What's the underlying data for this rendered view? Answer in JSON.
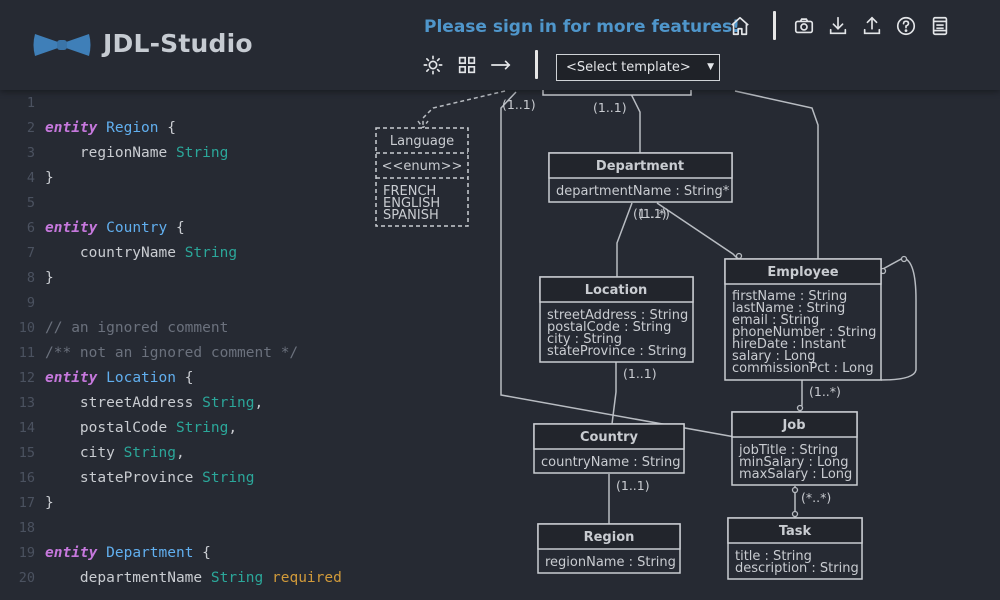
{
  "header": {
    "app_title": "JDL-Studio",
    "signin_text": "Please sign in for more features!",
    "template_select": {
      "selected": "<Select template>"
    },
    "icons": [
      "home-icon",
      "camera-icon",
      "download-icon",
      "upload-icon",
      "help-icon",
      "book-icon",
      "sun-icon",
      "grid-icon",
      "arrow-right-icon"
    ]
  },
  "editor": {
    "lines": [
      {
        "n": "1",
        "tokens": []
      },
      {
        "n": "2",
        "tokens": [
          {
            "t": "entity",
            "c": "kw"
          },
          {
            "t": " "
          },
          {
            "t": "Region",
            "c": "en"
          },
          {
            "t": " {"
          }
        ]
      },
      {
        "n": "3",
        "tokens": [
          {
            "t": "    regionName "
          },
          {
            "t": "String",
            "c": "ty"
          }
        ]
      },
      {
        "n": "4",
        "tokens": [
          {
            "t": "}"
          }
        ]
      },
      {
        "n": "5",
        "tokens": []
      },
      {
        "n": "6",
        "tokens": [
          {
            "t": "entity",
            "c": "kw"
          },
          {
            "t": " "
          },
          {
            "t": "Country",
            "c": "en"
          },
          {
            "t": " {"
          }
        ]
      },
      {
        "n": "7",
        "tokens": [
          {
            "t": "    countryName "
          },
          {
            "t": "String",
            "c": "ty"
          }
        ]
      },
      {
        "n": "8",
        "tokens": [
          {
            "t": "}"
          }
        ]
      },
      {
        "n": "9",
        "tokens": []
      },
      {
        "n": "10",
        "tokens": [
          {
            "t": "// an ignored comment",
            "c": "cm"
          }
        ]
      },
      {
        "n": "11",
        "tokens": [
          {
            "t": "/** not an ignored comment */",
            "c": "cm"
          }
        ]
      },
      {
        "n": "12",
        "tokens": [
          {
            "t": "entity",
            "c": "kw"
          },
          {
            "t": " "
          },
          {
            "t": "Location",
            "c": "en"
          },
          {
            "t": " {"
          }
        ]
      },
      {
        "n": "13",
        "tokens": [
          {
            "t": "    streetAddress "
          },
          {
            "t": "String",
            "c": "ty"
          },
          {
            "t": ","
          }
        ]
      },
      {
        "n": "14",
        "tokens": [
          {
            "t": "    postalCode "
          },
          {
            "t": "String",
            "c": "ty"
          },
          {
            "t": ","
          }
        ]
      },
      {
        "n": "15",
        "tokens": [
          {
            "t": "    city "
          },
          {
            "t": "String",
            "c": "ty"
          },
          {
            "t": ","
          }
        ]
      },
      {
        "n": "16",
        "tokens": [
          {
            "t": "    stateProvince "
          },
          {
            "t": "String",
            "c": "ty"
          }
        ]
      },
      {
        "n": "17",
        "tokens": [
          {
            "t": "}"
          }
        ]
      },
      {
        "n": "18",
        "tokens": []
      },
      {
        "n": "19",
        "tokens": [
          {
            "t": "entity",
            "c": "kw"
          },
          {
            "t": " "
          },
          {
            "t": "Department",
            "c": "en"
          },
          {
            "t": " {"
          }
        ]
      },
      {
        "n": "20",
        "tokens": [
          {
            "t": "    departmentName "
          },
          {
            "t": "String",
            "c": "ty"
          },
          {
            "t": " "
          },
          {
            "t": "required",
            "c": "rq"
          }
        ]
      }
    ]
  },
  "diagram": {
    "language": {
      "title": "Language",
      "stereotype": "<<enum>>",
      "values": [
        "FRENCH",
        "ENGLISH",
        "SPANISH"
      ]
    },
    "department": {
      "title": "Department",
      "fields": [
        "departmentName : String*"
      ]
    },
    "location": {
      "title": "Location",
      "fields": [
        "streetAddress : String",
        "postalCode : String",
        "city : String",
        "stateProvince : String"
      ]
    },
    "employee": {
      "title": "Employee",
      "fields": [
        "firstName : String",
        "lastName : String",
        "email : String",
        "phoneNumber : String",
        "hireDate : Instant",
        "salary : Long",
        "commissionPct : Long"
      ]
    },
    "country": {
      "title": "Country",
      "fields": [
        "countryName : String"
      ]
    },
    "job": {
      "title": "Job",
      "fields": [
        "jobTitle : String",
        "minSalary : Long",
        "maxSalary : Long"
      ]
    },
    "region": {
      "title": "Region",
      "fields": [
        "regionName : String"
      ]
    },
    "task": {
      "title": "Task",
      "fields": [
        "title : String",
        "description : String"
      ]
    },
    "multiplicities": {
      "top_left": "(1..1)",
      "top_mid": "(1..1)",
      "dept_bottom": "(1..*)",
      "dept_bottom_overlap": "(1..1)",
      "location_bottom": "(1..1)",
      "employee_bottom": "(1..*)",
      "country_bottom": "(1..1)",
      "job_bottom": "(*..*)"
    }
  },
  "colors": {
    "background": "#262a33",
    "accent_blue": "#4f96cb",
    "keyword": "#c678dd",
    "entity_name": "#61afef",
    "type": "#2ba79a",
    "comment": "#6b717d",
    "required": "#d19a3a",
    "diagram_line": "#c9ccd1"
  }
}
